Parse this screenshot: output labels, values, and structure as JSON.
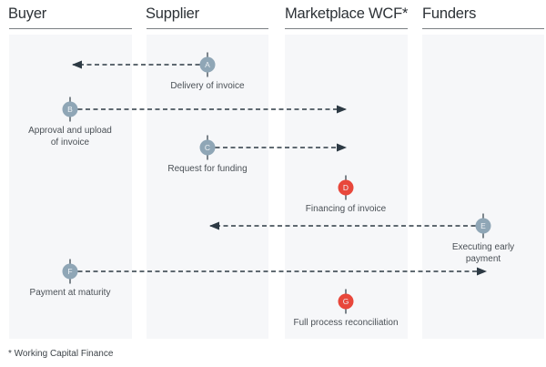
{
  "lanes": [
    {
      "id": "buyer",
      "title": "Buyer"
    },
    {
      "id": "supplier",
      "title": "Supplier"
    },
    {
      "id": "marketplace",
      "title": "Marketplace WCF*"
    },
    {
      "id": "funders",
      "title": "Funders"
    }
  ],
  "steps": [
    {
      "letter": "A",
      "lane": "supplier",
      "label_lines": [
        "Delivery of invoice"
      ],
      "kind": "neutral",
      "arrow_to_lane": "buyer",
      "arrow_direction": "left"
    },
    {
      "letter": "B",
      "lane": "buyer",
      "label_lines": [
        "Approval and upload",
        "of invoice"
      ],
      "kind": "neutral",
      "arrow_to_lane": "marketplace",
      "arrow_direction": "right"
    },
    {
      "letter": "C",
      "lane": "supplier",
      "label_lines": [
        "Request for funding"
      ],
      "kind": "neutral",
      "arrow_to_lane": "marketplace",
      "arrow_direction": "right"
    },
    {
      "letter": "D",
      "lane": "marketplace",
      "label_lines": [
        "Financing of invoice"
      ],
      "kind": "highlight",
      "arrow_to_lane": null,
      "arrow_direction": null
    },
    {
      "letter": "E",
      "lane": "funders",
      "label_lines": [
        "Executing early",
        "payment"
      ],
      "kind": "neutral",
      "arrow_to_lane": "supplier",
      "arrow_direction": "left"
    },
    {
      "letter": "F",
      "lane": "buyer",
      "label_lines": [
        "Payment at maturity"
      ],
      "kind": "neutral",
      "arrow_to_lane": "funders",
      "arrow_direction": "right"
    },
    {
      "letter": "G",
      "lane": "marketplace",
      "label_lines": [
        "Full process reconciliation"
      ],
      "kind": "highlight",
      "arrow_to_lane": null,
      "arrow_direction": null
    }
  ],
  "footnote": "* Working Capital Finance",
  "colors": {
    "neutral_node": "#8fa6b6",
    "highlight_node": "#e8473b",
    "arrow": "#2d3a44",
    "lane_bg": "#f6f7f9"
  }
}
